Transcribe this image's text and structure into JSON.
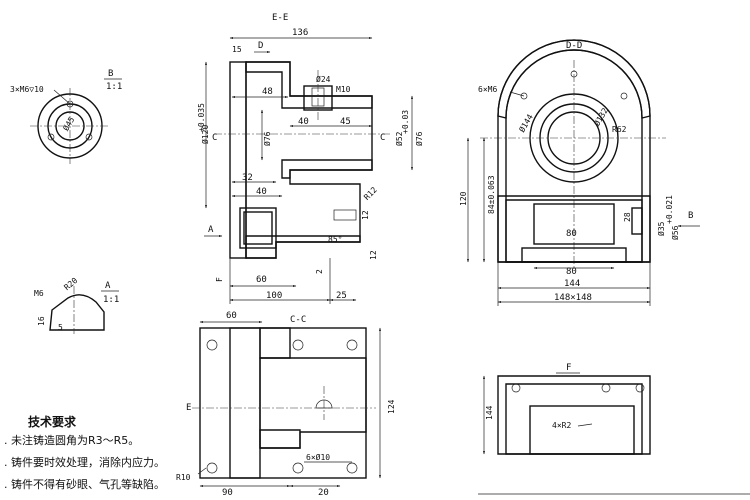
{
  "views": {
    "ee_title": "E-E",
    "dd_title": "D-D",
    "cc_title": "C-C",
    "f_title": "F",
    "b_detail": "B",
    "b_scale": "1:1",
    "a_detail": "A",
    "a_scale": "1:1"
  },
  "section_markers": {
    "d": "D",
    "c": "C",
    "a": "A",
    "f": "F",
    "e": "E",
    "b": "B"
  },
  "dims": {
    "d136": "136",
    "d15": "15",
    "d48": "48",
    "dia24": "Ø24",
    "m10": "M10",
    "d40a": "40",
    "d45": "45",
    "dia120": "Ø120",
    "tol120": "+0.035",
    "tol120b": "0",
    "dia76": "Ø76",
    "dia52": "Ø52",
    "tol52": "+0.03",
    "tol52b": "0",
    "dia76r": "Ø76",
    "d32": "32",
    "d40b": "40",
    "r12": "R12",
    "d12a": "12",
    "ang85": "85°",
    "d12b": "12",
    "d2": "2",
    "d60": "60",
    "d100": "100",
    "d25": "25",
    "holes_b": "3×M6▽10",
    "holes_b2": "▽10",
    "dia45": "Ø45",
    "m6": "M6",
    "r20": "R20",
    "d16": "16",
    "d5": "5",
    "holes_d": "6×M6",
    "dia144": "Ø144",
    "dia132": "Ø132",
    "r62": "R62",
    "d120": "120",
    "d84": "84±0.063",
    "d28": "28",
    "d80a": "80",
    "dia35": "Ø35",
    "tol35": "+0.021",
    "tol35b": "0",
    "dia56": "Ø56",
    "d80b": "80",
    "d144a": "144",
    "d148": "148×148",
    "d60c": "60",
    "d124": "124",
    "r10": "R10",
    "holes_c": "6×Ø10",
    "d90": "90",
    "d20": "20",
    "d144b": "144",
    "r2": "4×R2"
  },
  "notes": {
    "heading": "技术要求",
    "line1": ". 未注铸造圆角为R3～R5。",
    "line2": ". 铸件要时效处理，消除内应力。",
    "line3": ". 铸件不得有砂眼、气孔等缺陷。",
    "line4": "……"
  }
}
